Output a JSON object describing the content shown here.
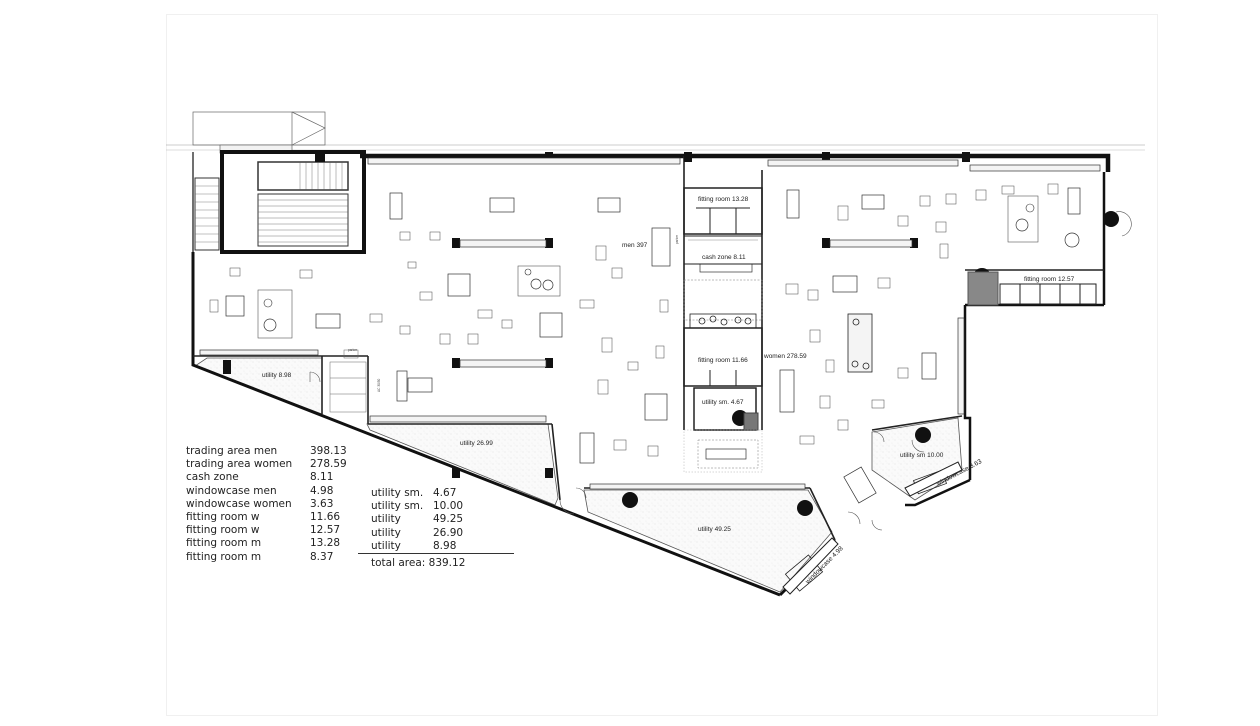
{
  "rooms": {
    "men": "men 397",
    "women": "women 278.59",
    "fitting_m1": "fitting room 13.28",
    "cash": "cash zone 8.11",
    "fitting_w1": "fitting room 11.66",
    "utility_sm1": "utility sm. 4.67",
    "fitting_w2": "fitting room 12.57",
    "utility_sm2": "utility sm 10.00",
    "utility_898": "utility 8.98",
    "utility_2699": "utility 26.99",
    "utility_4925": "utility 49.25",
    "window_men": "windowcase 4.98",
    "window_women": "windowcase 3.63"
  },
  "legend_left": [
    {
      "label": "trading area men",
      "value": "398.13"
    },
    {
      "label": "trading area women",
      "value": "278.59"
    },
    {
      "label": "cash zone",
      "value": "8.11"
    },
    {
      "label": "windowcase men",
      "value": "4.98"
    },
    {
      "label": "windowcase women",
      "value": "3.63"
    },
    {
      "label": "fitting room w",
      "value": "11.66"
    },
    {
      "label": "fitting room w",
      "value": "12.57"
    },
    {
      "label": "fitting room m",
      "value": "13.28"
    },
    {
      "label": "fitting room m",
      "value": "8.37"
    }
  ],
  "legend_right": [
    {
      "label": "utility sm.",
      "value": "4.67"
    },
    {
      "label": "utility sm.",
      "value": "10.00"
    },
    {
      "label": "utility",
      "value": "49.25"
    },
    {
      "label": "utility",
      "value": "26.90"
    },
    {
      "label": "utility",
      "value": "8.98"
    }
  ],
  "total": "total area: 839.12"
}
